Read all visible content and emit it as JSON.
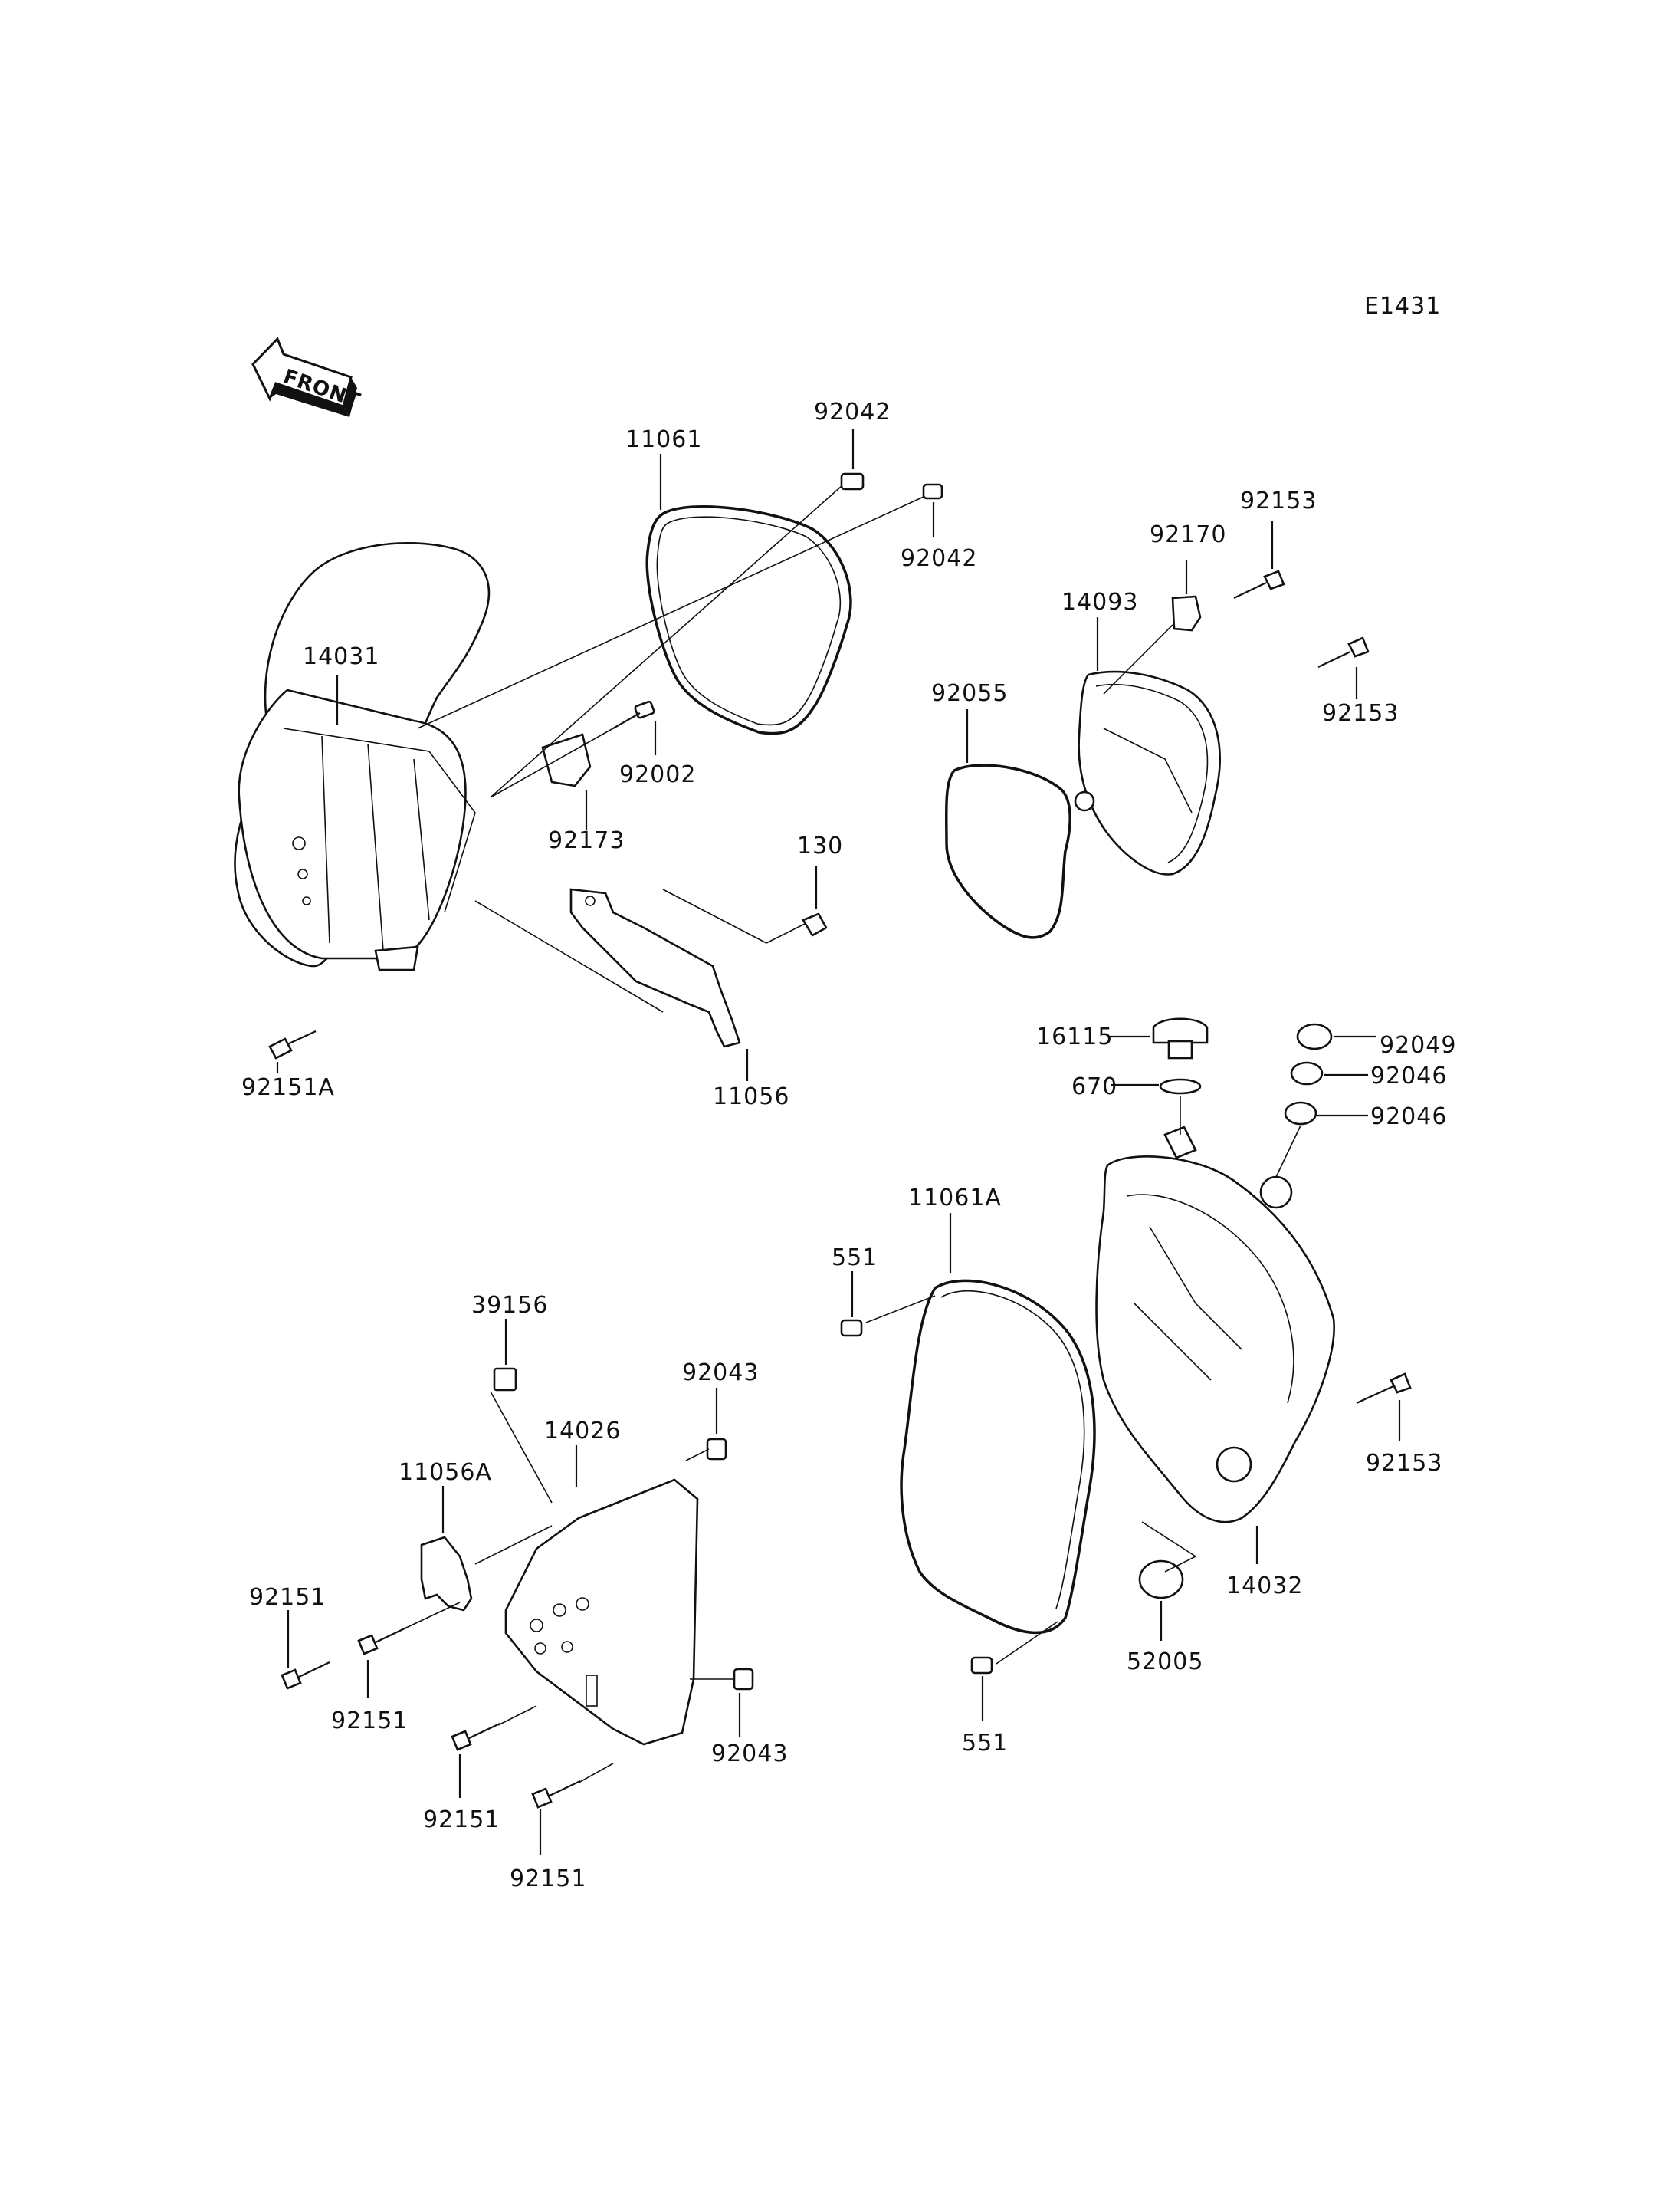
{
  "diagram_code": "E1431",
  "front_arrow_label": "FRONT",
  "callouts": {
    "c92042a": "92042",
    "c11061": "11061",
    "c92042b": "92042",
    "c92153a": "92153",
    "c92170": "92170",
    "c14093": "14093",
    "c92153b": "92153",
    "c14031": "14031",
    "c92055": "92055",
    "c92002": "92002",
    "c92173": "92173",
    "c130": "130",
    "c92151A": "92151A",
    "c11056": "11056",
    "c16115": "16115",
    "c92049": "92049",
    "c670": "670",
    "c92046a": "92046",
    "c92046b": "92046",
    "c11061A": "11061A",
    "c551a": "551",
    "c39156": "39156",
    "c92043a": "92043",
    "c14026": "14026",
    "c11056A": "11056A",
    "c92153c": "92153",
    "c92151a": "92151",
    "c14032": "14032",
    "c92151b": "92151",
    "c52005": "52005",
    "c92043b": "92043",
    "c551b": "551",
    "c92151c": "92151",
    "c92151d": "92151"
  }
}
